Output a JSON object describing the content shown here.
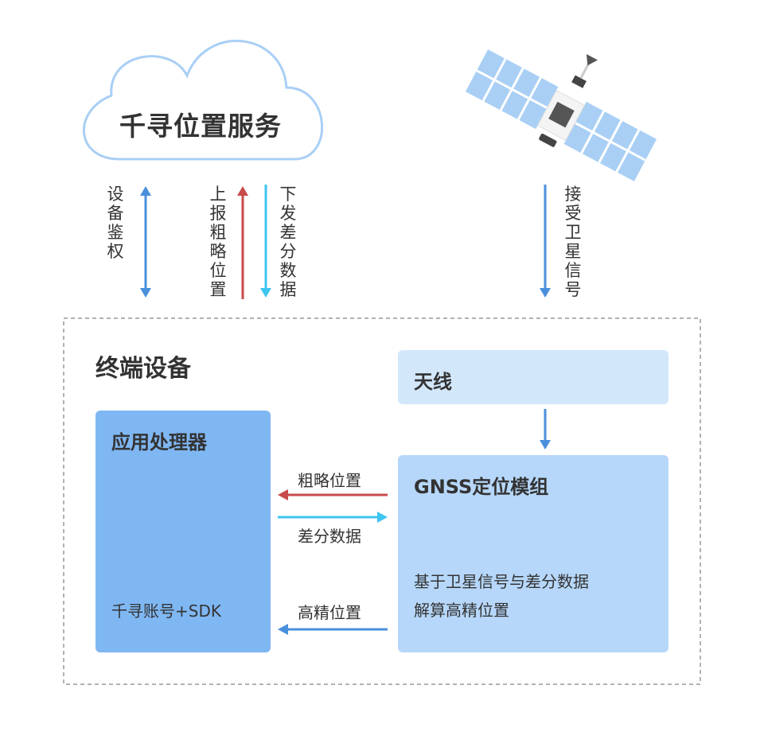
{
  "cloud": {
    "label": "千寻位置服务"
  },
  "arrows_top": {
    "auth": "设备鉴权",
    "report": "上报粗略位置",
    "download": "下发差分数据",
    "receive": "接受卫星信号"
  },
  "device": {
    "title": "终端设备",
    "antenna": "天线",
    "app_processor": {
      "title": "应用处理器",
      "sdk": "千寻账号+SDK"
    },
    "gnss": {
      "title": "GNSS定位模组",
      "line1": "基于卫星信号与差分数据",
      "line2": "解算高精位置"
    },
    "flows": {
      "rough": "粗略位置",
      "diff": "差分数据",
      "precise": "高精位置"
    }
  },
  "colors": {
    "blue": "#4a8fdc",
    "red": "#c84b4b",
    "cyan": "#3ec5f0",
    "cloud_stroke": "#a9cff5",
    "panel_light": "#d3e7fb",
    "panel_mid": "#b6d7f9",
    "panel_dark": "#7fb7f3"
  }
}
